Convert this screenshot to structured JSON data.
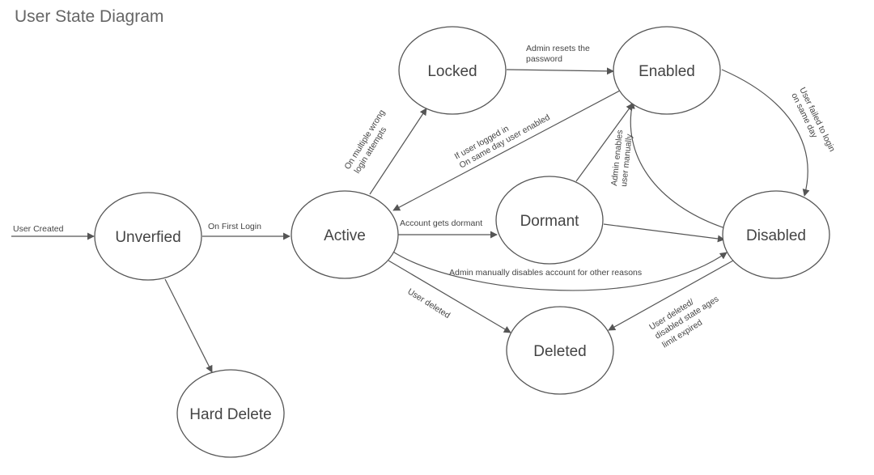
{
  "title": "User State Diagram",
  "states": {
    "unverified": "Unverfied",
    "active": "Active",
    "locked": "Locked",
    "enabled": "Enabled",
    "dormant": "Dormant",
    "disabled": "Disabled",
    "deleted": "Deleted",
    "hard_delete": "Hard Delete"
  },
  "transitions": {
    "user_created": "User Created",
    "on_first_login": "On First Login",
    "multiple_wrong_line1": "On multiple wrong",
    "multiple_wrong_line2": "login attempts",
    "admin_resets_line1": "Admin resets the",
    "admin_resets_line2": "password",
    "logged_in_line1": "If user logged in",
    "logged_in_line2": "On same day user enabled",
    "account_dormant": "Account gets dormant",
    "admin_enables_line1": "Admin enables",
    "admin_enables_line2": "user manually",
    "failed_login_line1": "User failed to login",
    "failed_login_line2": "on same day",
    "admin_disables": "Admin manually disables account for other reasons",
    "user_deleted": "User deleted",
    "deleted_expired_line1": "User deleted/",
    "deleted_expired_line2": "disabled state ages",
    "deleted_expired_line3": "limit expired"
  }
}
